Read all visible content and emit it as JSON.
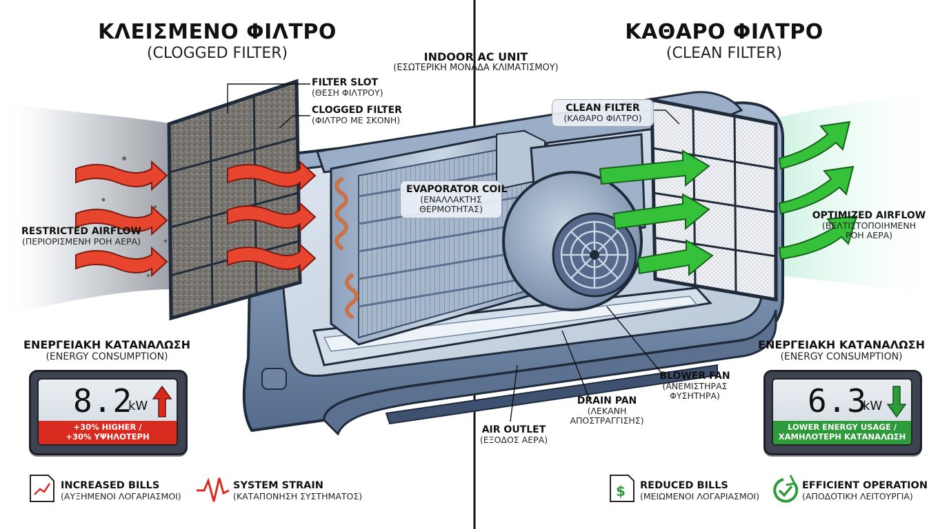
{
  "left": {
    "title": "ΚΛΕΙΣΜΕΝΟ ΦΙΛΤΡΟ",
    "subtitle": "(CLOGGED FILTER)",
    "filter_slot": {
      "label": "FILTER SLOT",
      "sub": "(ΘΕΣΗ ΦΙΛΤΡΟΥ)"
    },
    "clogged_filter": {
      "label": "CLOGGED FILTER",
      "sub": "(ΦΙΛΤΡΟ ΜΕ ΣΚΟΝΗ)"
    },
    "restricted_airflow": {
      "label": "RESTRICTED AIRFLOW",
      "sub": "(ΠΕΡΙΟΡΙΣΜΕΝΗ ΡΟΗ ΑΕΡΑ)"
    },
    "energy": {
      "title": "ΕΝΕΡΓΕΙΑΚΗ ΚΑΤΑΝΑΛΩΣΗ",
      "sub": "(ENERGY CONSUMPTION)",
      "value": "8.2",
      "unit": "kW",
      "band_line1": "+30% HIGHER /",
      "band_line2": "+30% ΥΨΗΛΟΤΕΡΗ",
      "band_color": "#d92a20",
      "arrow_color": "#d92a20"
    },
    "footer": [
      {
        "title": "INCREASED BILLS",
        "sub": "(ΑΥΞΗΜΕΝΟΙ ΛΟΓΑΡΙΑΣΜΟΙ)",
        "icon": "bill-up-icon"
      },
      {
        "title": "SYSTEM STRAIN",
        "sub": "(ΚΑΤΑΠΟΝΗΣΗ ΣΥΣΤΗΜΑΤΟΣ)",
        "icon": "pulse-icon"
      }
    ]
  },
  "right": {
    "title": "ΚΑΘΑΡΟ ΦΙΛΤΡΟ",
    "subtitle": "(CLEAN FILTER)",
    "clean_filter": {
      "label": "CLEAN FILTER",
      "sub": "(ΚΑΘΑΡΟ ΦΙΛΤΡΟ)"
    },
    "optimized_airflow": {
      "label": "OPTIMIZED AIRFLOW",
      "sub1": "(ΒΕΛΤΙΣΤΟΠΟΙΗΜΕΝΗ",
      "sub2": "ΡΟΗ ΑΕΡΑ)"
    },
    "energy": {
      "title": "ΕΝΕΡΓΕΙΑΚΗ ΚΑΤΑΝΑΛΩΣΗ",
      "sub": "(ENERGY CONSUMPTION)",
      "value": "6.3",
      "unit": "kW",
      "band_line1": "LOWER ENERGY USAGE /",
      "band_line2": "ΧΑΜΗΛΟΤΕΡΗ ΚΑΤΑΝΑΛΩΣΗ",
      "band_color": "#2e9b3a",
      "arrow_color": "#2e9b3a"
    },
    "footer": [
      {
        "title": "REDUCED BILLS",
        "sub": "(ΜΕΙΩΜΕΝΟΙ ΛΟΓΑΡΙΑΣΜΟΙ)",
        "icon": "bill-dollar-icon"
      },
      {
        "title": "EFFICIENT OPERATION",
        "sub": "(ΑΠΟΔΟΤΙΚΗ ΛΕΙΤΟΥΡΓΙΑ)",
        "icon": "check-cycle-icon"
      }
    ]
  },
  "center": {
    "unit": {
      "label": "INDOOR AC UNIT",
      "sub": "(ΕΣΩΤΕΡΙΚΗ ΜΟΝΑΔΑ ΚΛΙΜΑΤΙΣΜΟΥ)"
    },
    "evaporator": {
      "label": "EVAPORATOR COIL",
      "sub1": "(ΕΝΑΛΛΑΚΤΗΣ",
      "sub2": "ΘΕΡΜΟΤΗΤΑΣ)"
    },
    "blower": {
      "label": "BLOWER FAN",
      "sub1": "(ΑΝΕΜΙΣΤΗΡΑΣ",
      "sub2": "ΦΥΣΗΤΗΡΑ)"
    },
    "drain": {
      "label": "DRAIN PAN",
      "sub1": "(ΛΕΚΑΝΗ",
      "sub2": "ΑΠΟΣΤΡΑΓΓΙΣΗΣ)"
    },
    "outlet": {
      "label": "AIR OUTLET",
      "sub": "(ΕΞΟΔΟΣ ΑΕΡΑ)"
    }
  },
  "colors": {
    "hot_arrow": "#e8452f",
    "cool_arrow": "#35c23a",
    "unit_body": "#7e95b3",
    "unit_dark": "#4b5f7d",
    "copper": "#c8734a"
  }
}
